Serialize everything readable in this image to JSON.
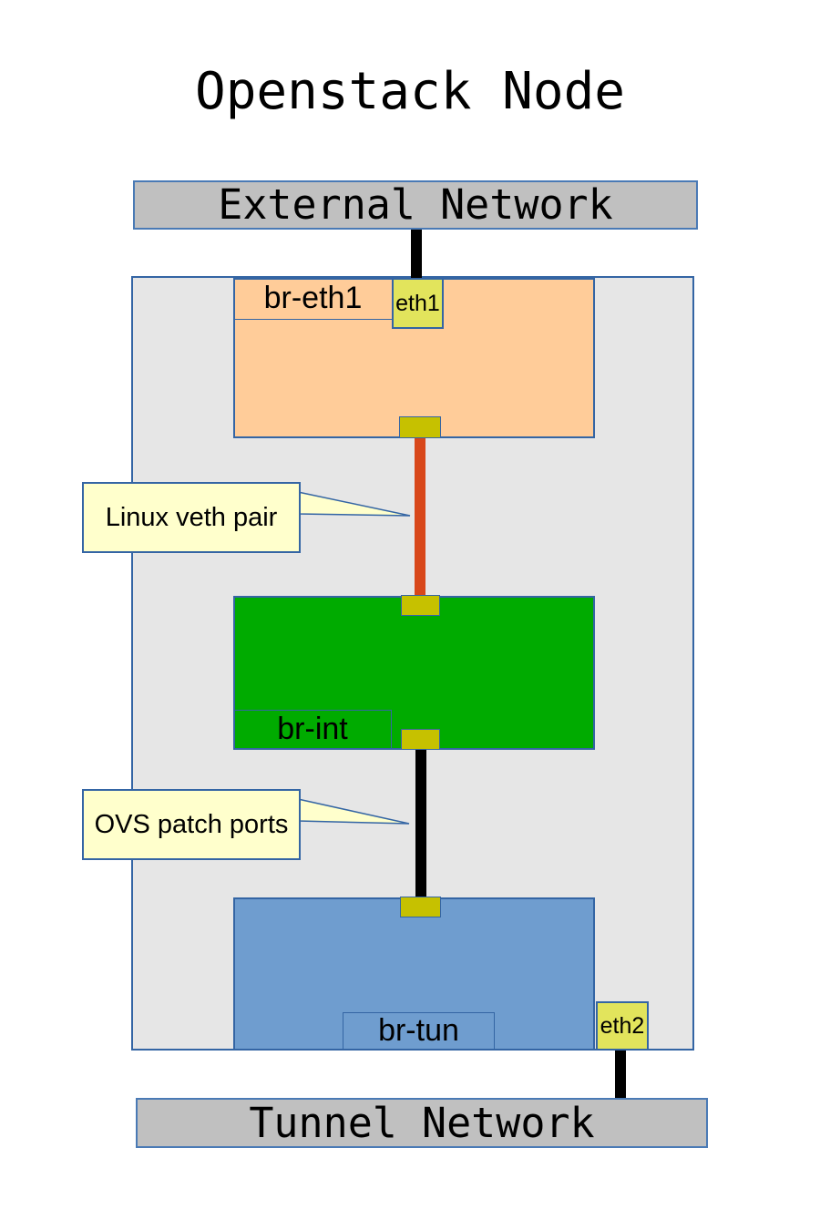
{
  "title": "Openstack Node",
  "networks": {
    "external": {
      "label": "External Network"
    },
    "tunnel": {
      "label": "Tunnel Network"
    }
  },
  "bridges": {
    "br_eth1": {
      "label": "br-eth1",
      "nic_label": "eth1"
    },
    "br_int": {
      "label": "br-int"
    },
    "br_tun": {
      "label": "br-tun",
      "nic_label": "eth2"
    }
  },
  "callouts": {
    "veth": {
      "label": "Linux veth pair"
    },
    "patch": {
      "label": "OVS patch ports"
    }
  },
  "colors": {
    "bridge_eth1_fill": "#ffcc99",
    "bridge_int_fill": "#00ab00",
    "bridge_tun_fill": "#6f9dcf",
    "nic_fill": "#e2e45c",
    "port_fill": "#c6c100",
    "veth_link": "#d8471a",
    "patch_link": "#000000",
    "network_bar_fill": "#c0c0c0",
    "node_container_fill": "#e6e6e6",
    "callout_fill": "#ffffcc",
    "outline": "#3465a4"
  }
}
